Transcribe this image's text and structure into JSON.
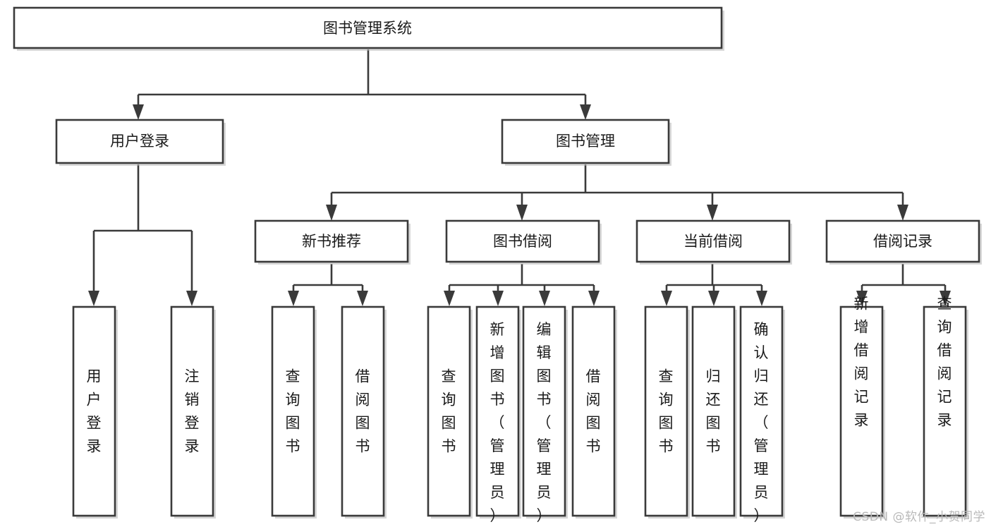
{
  "diagram": {
    "type": "tree-hierarchy-chart",
    "title": "图书管理系统",
    "watermark": "CSDN @软件_小贺同学",
    "colors": {
      "stroke": "#3a3a3a",
      "fill": "#ffffff",
      "text": "#1a1a1a",
      "watermark": "#b9b9b9"
    },
    "root": {
      "label": "图书管理系统",
      "orientation": "horizontal"
    },
    "level2": [
      {
        "label": "用户登录",
        "orientation": "horizontal"
      },
      {
        "label": "图书管理",
        "orientation": "horizontal"
      }
    ],
    "level3": [
      {
        "label": "新书推荐",
        "orientation": "horizontal"
      },
      {
        "label": "图书借阅",
        "orientation": "horizontal"
      },
      {
        "label": "当前借阅",
        "orientation": "horizontal"
      },
      {
        "label": "借阅记录",
        "orientation": "horizontal"
      }
    ],
    "leaves": {
      "user_login": [
        {
          "label": "用户登录",
          "orientation": "vertical"
        },
        {
          "label": "注销登录",
          "orientation": "vertical"
        }
      ],
      "new_book_recommend": [
        {
          "label": "查询图书",
          "orientation": "vertical"
        },
        {
          "label": "借阅图书",
          "orientation": "vertical"
        }
      ],
      "book_borrow": [
        {
          "label": "查询图书",
          "orientation": "vertical"
        },
        {
          "label": "新增图书（管理员）",
          "orientation": "vertical"
        },
        {
          "label": "编辑图书（管理员）",
          "orientation": "vertical"
        },
        {
          "label": "借阅图书",
          "orientation": "vertical"
        }
      ],
      "current_borrow": [
        {
          "label": "查询图书",
          "orientation": "vertical"
        },
        {
          "label": "归还图书",
          "orientation": "vertical"
        },
        {
          "label": "确认归还（管理员）",
          "orientation": "vertical"
        }
      ],
      "borrow_record": [
        {
          "label": "新增借阅记录",
          "orientation": "vertical"
        },
        {
          "label": "查询借阅记录",
          "orientation": "vertical"
        }
      ]
    }
  }
}
